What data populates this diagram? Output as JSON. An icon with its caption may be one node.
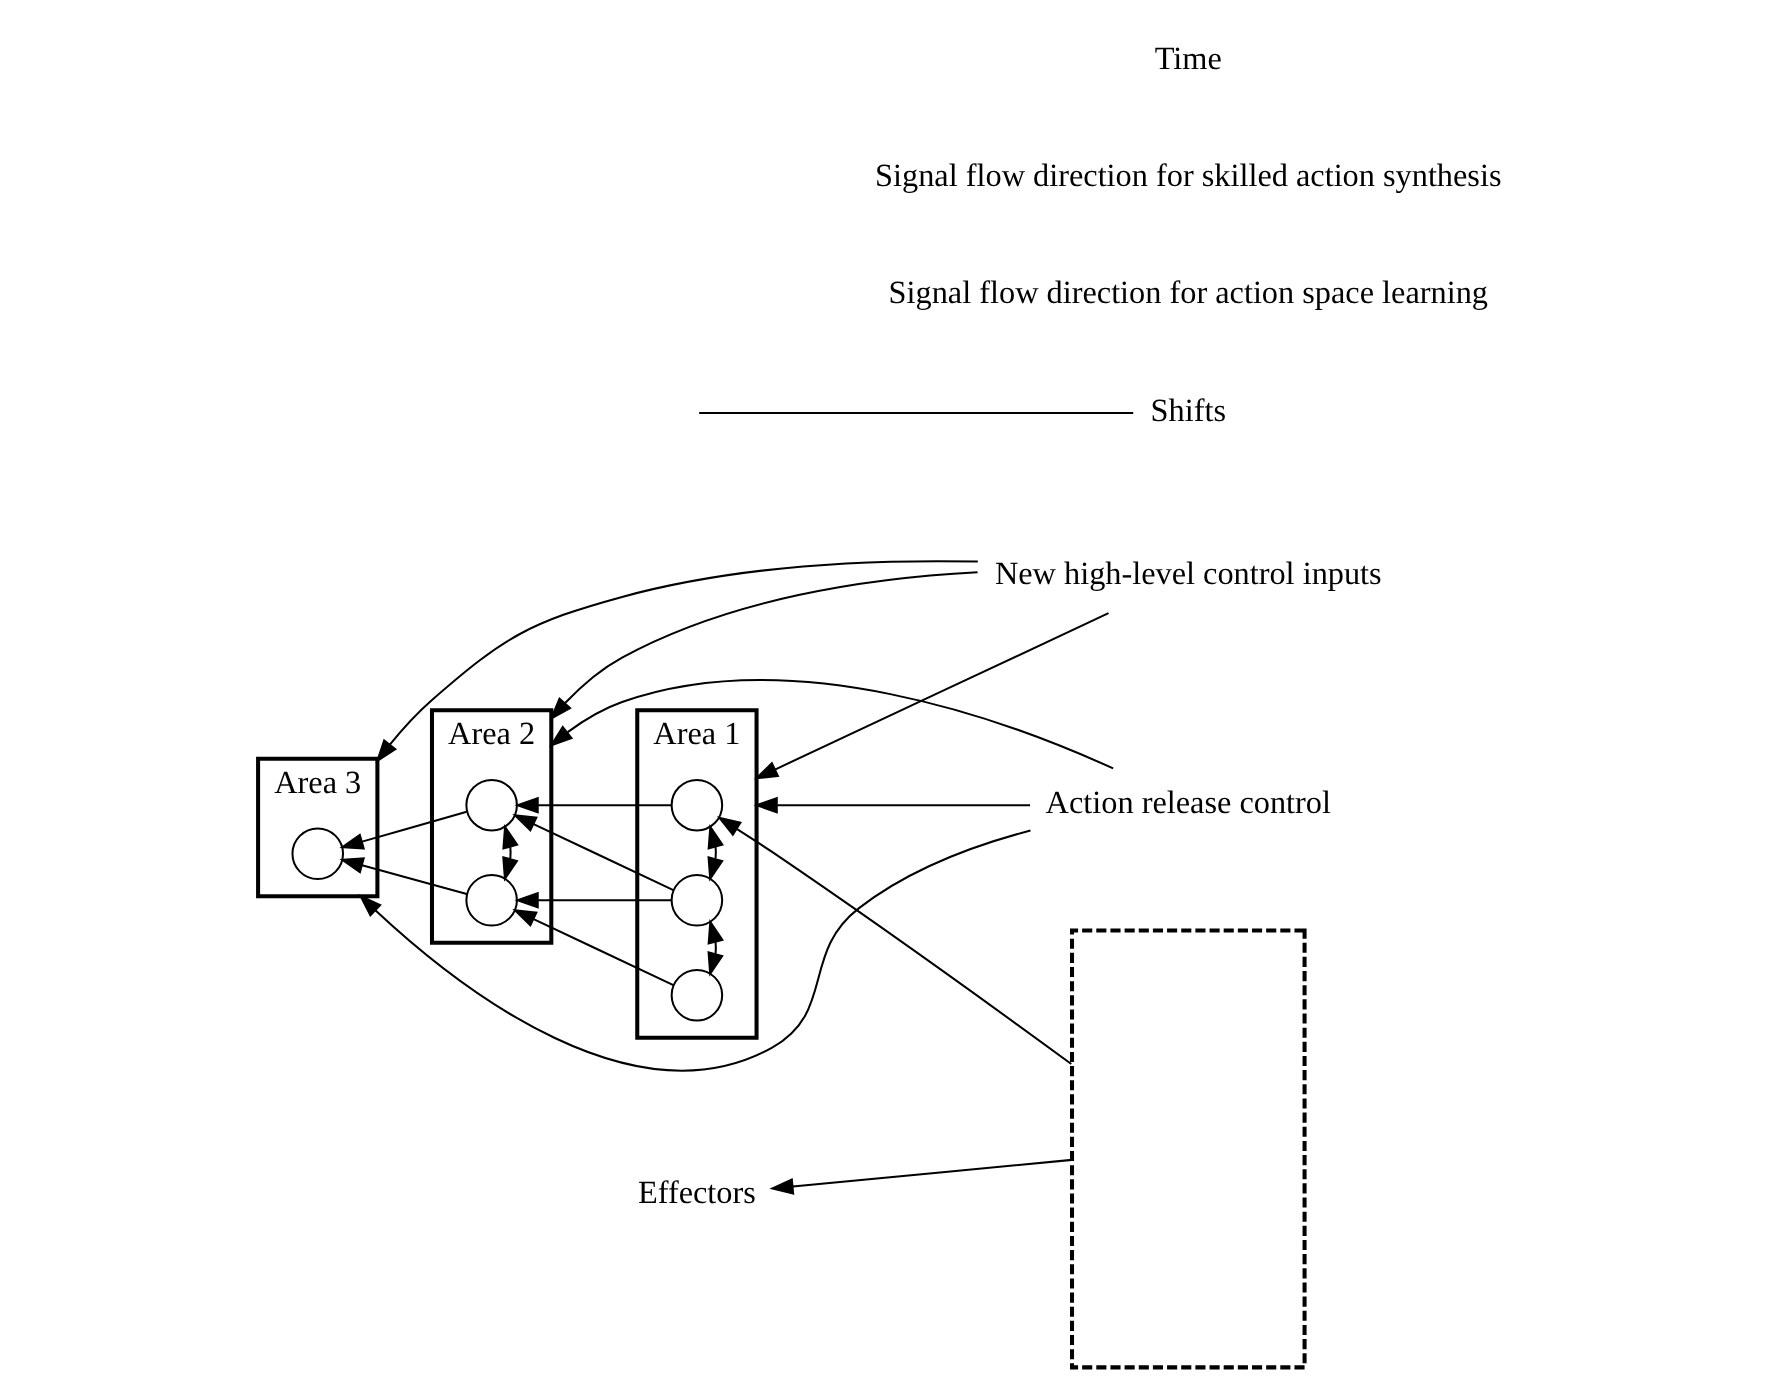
{
  "diagram": {
    "nodes": [
      {
        "text": [
          "Area 3"
        ]
      },
      {
        "text": [],
        "shape": "circle",
        "in": 0
      },
      {
        "text": [
          "Area 2"
        ]
      },
      {
        "text": [],
        "shape": "circle",
        "in": 2
      },
      {
        "text": [],
        "shape": "circle",
        "in": 2
      },
      {
        "text": [
          "Area 1"
        ]
      },
      {
        "text": [],
        "shape": "circle",
        "in": 5
      },
      {
        "text": [],
        "shape": "circle",
        "in": 5
      },
      {
        "text": [],
        "shape": "circle",
        "in": 5
      },
      {
        "text": [
          "New high-level control inputs"
        ]
      },
      {
        "text": [
          "Action release control"
        ]
      },
      {
        "text": [
          "Shifts"
        ]
      },
      {
        "text": [],
        "shape": "box"
      },
      {
        "text": [
          "Effectors"
        ]
      }
    ],
    "edges": [
      {
        "from": 12,
        "to": 6,
        "arrow": "to"
      },
      {
        "from": 6,
        "to": 3,
        "arrow": "to"
      },
      {
        "from": 7,
        "to": 3,
        "arrow": "to"
      },
      {
        "from": 7,
        "to": 4,
        "arrow": "to"
      },
      {
        "from": 8,
        "to": 4,
        "arrow": "to"
      },
      {
        "from": 3,
        "to": 1,
        "arrow": "to"
      },
      {
        "from": 4,
        "to": 1,
        "arrow": "to"
      },
      {
        "from": 6,
        "to": 7,
        "arrow": "both"
      },
      {
        "from": 7,
        "to": 8,
        "arrow": "both"
      },
      {
        "from": 3,
        "to": 4,
        "arrow": "both"
      },
      {
        "from": 9,
        "to": 0,
        "arrow": "to"
      },
      {
        "from": 9,
        "to": 2,
        "arrow": "to"
      },
      {
        "from": 9,
        "to": 5,
        "arrow": "to"
      },
      {
        "from": 10,
        "to": 0,
        "arrow": "to"
      },
      {
        "from": 10,
        "to": 2,
        "arrow": "to"
      },
      {
        "from": 10,
        "to": 5,
        "arrow": "to"
      },
      {
        "from": 11,
        "to": null,
        "arrow": "none"
      },
      {
        "from": 12,
        "to": 13,
        "arrow": "to"
      }
    ],
    "labels": [
      "Signal flow direction for action space learning",
      "Signal flow direction for skilled action synthesis",
      "Time"
    ]
  }
}
